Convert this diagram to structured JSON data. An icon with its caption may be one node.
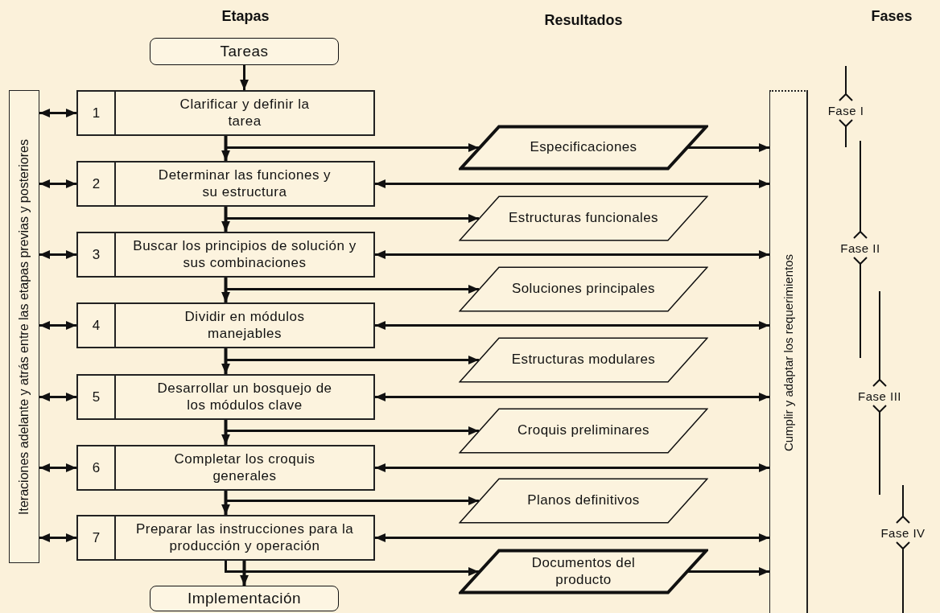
{
  "diagram": {
    "nodes": [
      {
        "text": [
          "Tareas"
        ]
      },
      {
        "text": [
          "1",
          "Clarificar y definir la tarea"
        ]
      },
      {
        "text": [
          "2",
          "Determinar las funciones y su estructura"
        ]
      },
      {
        "text": [
          "3",
          "Buscar los principios de solución y sus combinaciones"
        ]
      },
      {
        "text": [
          "4",
          "Dividir en módulos manejables"
        ]
      },
      {
        "text": [
          "5",
          "Desarrollar un bosquejo de los módulos clave"
        ]
      },
      {
        "text": [
          "6",
          "Completar los croquis generales"
        ]
      },
      {
        "text": [
          "7",
          "Preparar las instrucciones para la producción y operación"
        ]
      },
      {
        "text": [
          "Implementación"
        ]
      },
      {
        "text": [
          "Iteraciones adelante y atrás entre las etapas previas y posteriores"
        ]
      },
      {
        "text": [
          "Cumplir y adaptar los requerimientos"
        ]
      },
      {
        "text": [
          "Especificaciones"
        ]
      },
      {
        "text": [
          "Estructuras funcionales"
        ]
      },
      {
        "text": [
          "Soluciones principales"
        ]
      },
      {
        "text": [
          "Estructuras modulares"
        ]
      },
      {
        "text": [
          "Croquis preliminares"
        ]
      },
      {
        "text": [
          "Planos definitivos"
        ]
      },
      {
        "text": [
          "Documentos del producto"
        ]
      }
    ],
    "edges": [
      {
        "from": 0,
        "to": 1,
        "arrow": "to"
      },
      {
        "from": 1,
        "to": 2,
        "arrow": "to"
      },
      {
        "from": 2,
        "to": 3,
        "arrow": "to"
      },
      {
        "from": 3,
        "to": 4,
        "arrow": "to"
      },
      {
        "from": 4,
        "to": 5,
        "arrow": "to"
      },
      {
        "from": 5,
        "to": 6,
        "arrow": "to"
      },
      {
        "from": 6,
        "to": 7,
        "arrow": "to"
      },
      {
        "from": 7,
        "to": 8,
        "arrow": "to"
      },
      {
        "from": 1,
        "to": 11,
        "arrow": "to"
      },
      {
        "from": 2,
        "to": 12,
        "arrow": "to"
      },
      {
        "from": 3,
        "to": 13,
        "arrow": "to"
      },
      {
        "from": 4,
        "to": 14,
        "arrow": "to"
      },
      {
        "from": 5,
        "to": 15,
        "arrow": "to"
      },
      {
        "from": 6,
        "to": 16,
        "arrow": "to"
      },
      {
        "from": 7,
        "to": 17,
        "arrow": "to"
      },
      {
        "from": 9,
        "to": 1,
        "arrow": "both"
      },
      {
        "from": 9,
        "to": 2,
        "arrow": "both"
      },
      {
        "from": 9,
        "to": 3,
        "arrow": "both"
      },
      {
        "from": 9,
        "to": 4,
        "arrow": "both"
      },
      {
        "from": 9,
        "to": 5,
        "arrow": "both"
      },
      {
        "from": 9,
        "to": 6,
        "arrow": "both"
      },
      {
        "from": 9,
        "to": 7,
        "arrow": "both"
      },
      {
        "from": 2,
        "to": 10,
        "arrow": "both"
      },
      {
        "from": 3,
        "to": 10,
        "arrow": "both"
      },
      {
        "from": 4,
        "to": 10,
        "arrow": "both"
      },
      {
        "from": 5,
        "to": 10,
        "arrow": "both"
      },
      {
        "from": 6,
        "to": 10,
        "arrow": "both"
      },
      {
        "from": 7,
        "to": 10,
        "arrow": "both"
      },
      {
        "from": 11,
        "to": 10,
        "arrow": "to"
      },
      {
        "from": 17,
        "to": 10,
        "arrow": "to"
      }
    ],
    "labels": [
      "Etapas",
      "Resultados",
      "Fases",
      "Fase I",
      "Fase II",
      "Fase III",
      "Fase IV"
    ]
  }
}
